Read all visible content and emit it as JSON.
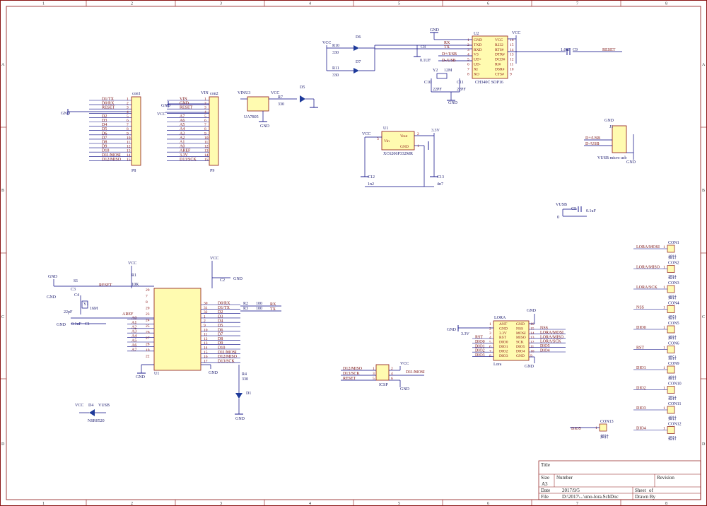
{
  "frame": {
    "columns": [
      "1",
      "2",
      "3",
      "4",
      "5",
      "6",
      "7",
      "8"
    ],
    "rows": [
      "A",
      "B",
      "C",
      "D"
    ]
  },
  "title_block": {
    "title_label": "Title",
    "size_label": "Size",
    "size_value": "A3",
    "number_label": "Number",
    "revision_label": "Revision",
    "date_label": "Date",
    "date_value": "2017/9/5",
    "file_label": "File",
    "file_value": "D:\\2017\\...\\uno-lora.SchDoc",
    "sheet_label": "Sheet",
    "sheet_value": "of",
    "drawn_label": "Drawn By"
  },
  "ch340": {
    "ref": "U2",
    "part": "CH340C SOP16",
    "left_pins": [
      "GND",
      "TXD",
      "RXD",
      "V3",
      "UD+",
      "UD-",
      "XI",
      "XO"
    ],
    "right_pins": [
      "VCC",
      "R232",
      "RTS#",
      "DTR#",
      "DCD#",
      "RI#",
      "DSR#",
      "CTS#"
    ],
    "left_nums": [
      "1",
      "2",
      "3",
      "4",
      "5",
      "6",
      "7",
      "8"
    ],
    "right_nums": [
      "16",
      "15",
      "14",
      "13",
      "12",
      "11",
      "10",
      "9"
    ],
    "nets_left": [
      "RX",
      "TX",
      "D+/USB",
      "D-/USB"
    ],
    "gnd": "GND",
    "vcc": "VCC",
    "c_ref": "C8",
    "c_val": "0.1UF",
    "y_ref": "Y2",
    "y_val": "12M",
    "c1_ref": "C10",
    "c1_val": "22PF",
    "c2_ref": "C11",
    "c2_val": "22PF",
    "gnd_bottom": "GND",
    "reset_c": "C9",
    "reset_c_val": "1.0uF",
    "reset_net": "RESET"
  },
  "leds_top": {
    "d6": "D6",
    "d7": "D7",
    "r10": "R10",
    "r10_val": "330",
    "r11": "R11",
    "r11_val": "330",
    "vcc": "VCC"
  },
  "header_left": {
    "ref": "con1",
    "name": "P8",
    "gnd": "GND",
    "pins": [
      "D1/TX",
      "D0/RX",
      "RESET",
      "",
      "D2",
      "D3",
      "D4",
      "D5",
      "D6",
      "D7",
      "D8",
      "D9",
      "D10",
      "D11/MOSI",
      "D12/MISO"
    ],
    "nums": [
      "1",
      "2",
      "3",
      "4",
      "5",
      "6",
      "7",
      "8",
      "9",
      "10",
      "11",
      "12",
      "13",
      "14",
      "15"
    ]
  },
  "header_right": {
    "ref": "con2",
    "name": "P9",
    "vin": "VIN",
    "gnd": "GND",
    "vcc": "VCC",
    "pins": [
      "VIN",
      "GND",
      "RESET",
      "",
      "A7",
      "A6",
      "A5",
      "A4",
      "A3",
      "A2",
      "A1",
      "A0",
      "AREF",
      "3.3V",
      "D13/SCK"
    ],
    "nums": [
      "1",
      "2",
      "3",
      "4",
      "5",
      "6",
      "7",
      "8",
      "9",
      "10",
      "11",
      "12",
      "13",
      "14",
      "15"
    ]
  },
  "vreg_top": {
    "ref": "U3",
    "part": "UA7805",
    "vin": "VIN",
    "vcc": "VCC",
    "r": "R7",
    "r_val": "330",
    "d": "D5",
    "gnd": "GND"
  },
  "ldo": {
    "ref": "U1",
    "part": "XC6206P332MR",
    "vin": "Vin",
    "vout": "Vout",
    "gnd_pin": "GND",
    "pin1": "1",
    "pin2": "2",
    "pin3": "3",
    "vcc": "VCC",
    "v33": "3.3V",
    "c1": "C12",
    "c1_val": "1n2",
    "c2": "C13",
    "c2_val": "4n7"
  },
  "usb": {
    "ref": "J1",
    "gnd": "GND",
    "nets": [
      "D+/USB",
      "D-/USB"
    ],
    "vusb": "VUSB",
    "part": "VUSB micro usb",
    "gnd2": "GND"
  },
  "vusb_cap": {
    "vusb": "VUSB",
    "c": "C5",
    "c_val": "0.1uF",
    "n": "0"
  },
  "mcu": {
    "ref": "U1",
    "vcc": "VCC",
    "gnd": "GND",
    "reset": "RESET",
    "sw": "S1",
    "r1": "R1",
    "r1_val": "10K",
    "c3": "C3",
    "y1": "Y1",
    "y1_val": "16M",
    "c4": "C4",
    "c4_val": "22pF",
    "c1": "C1",
    "c1_val": "0.1uF",
    "aref": "AREF",
    "a_pins": [
      "A0",
      "A1",
      "A2",
      "A3",
      "A4",
      "A5",
      "A6",
      "A7"
    ],
    "left_nums": [
      "29",
      "7",
      "8",
      "20",
      "23",
      "24",
      "25",
      "26",
      "27",
      "28",
      "19",
      "22"
    ],
    "right_nets": [
      "D0/RX",
      "D1/TX",
      "D2",
      "D3",
      "D4",
      "D5",
      "D6",
      "D7",
      "D8",
      "D9",
      "D10",
      "D11/MOSI",
      "D12/MISO",
      "D13/SCK"
    ],
    "right_nums": [
      "30",
      "31",
      "32",
      "1",
      "2",
      "9",
      "10",
      "11",
      "12",
      "13",
      "14",
      "15",
      "16",
      "17"
    ],
    "r2": "R2",
    "r2_val": "100",
    "r3": "R3",
    "r3_val": "100",
    "rx": "RX",
    "tx": "TX",
    "r4": "R4",
    "r4_val": "330",
    "d1": "D1",
    "gnd_b": "GND",
    "c2": "C2",
    "vcc2": "VCC"
  },
  "diode_left": {
    "vcc": "VCC",
    "d": "D4",
    "part": "NSR0520",
    "vusb": "VUSB"
  },
  "isp": {
    "nets_left": [
      "D12/MISO",
      "D13/SCK",
      "RESET"
    ],
    "nums_left": [
      "1",
      "3",
      "5"
    ],
    "nums_right": [
      "2",
      "4",
      "6"
    ],
    "vcc": "VCC",
    "net_right": "D11/MOSI",
    "gnd": "GND",
    "part": "ICSP"
  },
  "lora": {
    "ref": "LORA",
    "gnd_top": "GND",
    "left_nums": [
      "1",
      "2",
      "3",
      "4",
      "5",
      "6",
      "7",
      "8"
    ],
    "left_pins": [
      "ANT",
      "GND",
      "3.3V",
      "RST",
      "DIO0",
      "DIO1",
      "DIO2",
      "DIO3"
    ],
    "right_pins": [
      "GND",
      "NSS",
      "MOSI",
      "MISO",
      "SCK",
      "DIO5",
      "DIO4",
      "GND"
    ],
    "right_nums": [
      "16",
      "15",
      "14",
      "13",
      "12",
      "11",
      "10",
      "9"
    ],
    "nets_left": [
      "RST",
      "DIO0",
      "DIO1",
      "DIO2",
      "DIO3"
    ],
    "nets_right": [
      "NSS",
      "LORA/MOSI",
      "LORA/MISO",
      "LORA/SCK",
      "DIO5",
      "DIO4"
    ],
    "v33": "3.3V",
    "gnd_left": "GND",
    "gnd_bottom": "GND",
    "part": "Lora"
  },
  "connectors": [
    {
      "net": "LORA/MOSI",
      "ref": "CON1",
      "name": "插针"
    },
    {
      "net": "LORA/MISO",
      "ref": "CON2",
      "name": "插针"
    },
    {
      "net": "LORA/SCK",
      "ref": "CON3",
      "name": "插针"
    },
    {
      "net": "NSS",
      "ref": "CON4",
      "name": "插针"
    },
    {
      "net": "DIO0",
      "ref": "CON5",
      "name": "插针"
    },
    {
      "net": "RST",
      "ref": "CON6",
      "name": "插针"
    },
    {
      "net": "DIO1",
      "ref": "CON9",
      "name": "插针"
    },
    {
      "net": "DIO2",
      "ref": "CON10",
      "name": "插针"
    },
    {
      "net": "DIO3",
      "ref": "CON11",
      "name": "插针"
    },
    {
      "net": "DIO4",
      "ref": "CON12",
      "name": "插针"
    }
  ],
  "con13": {
    "net": "DIO5",
    "ref": "CON13",
    "name": "插针"
  },
  "pin_one": "1"
}
